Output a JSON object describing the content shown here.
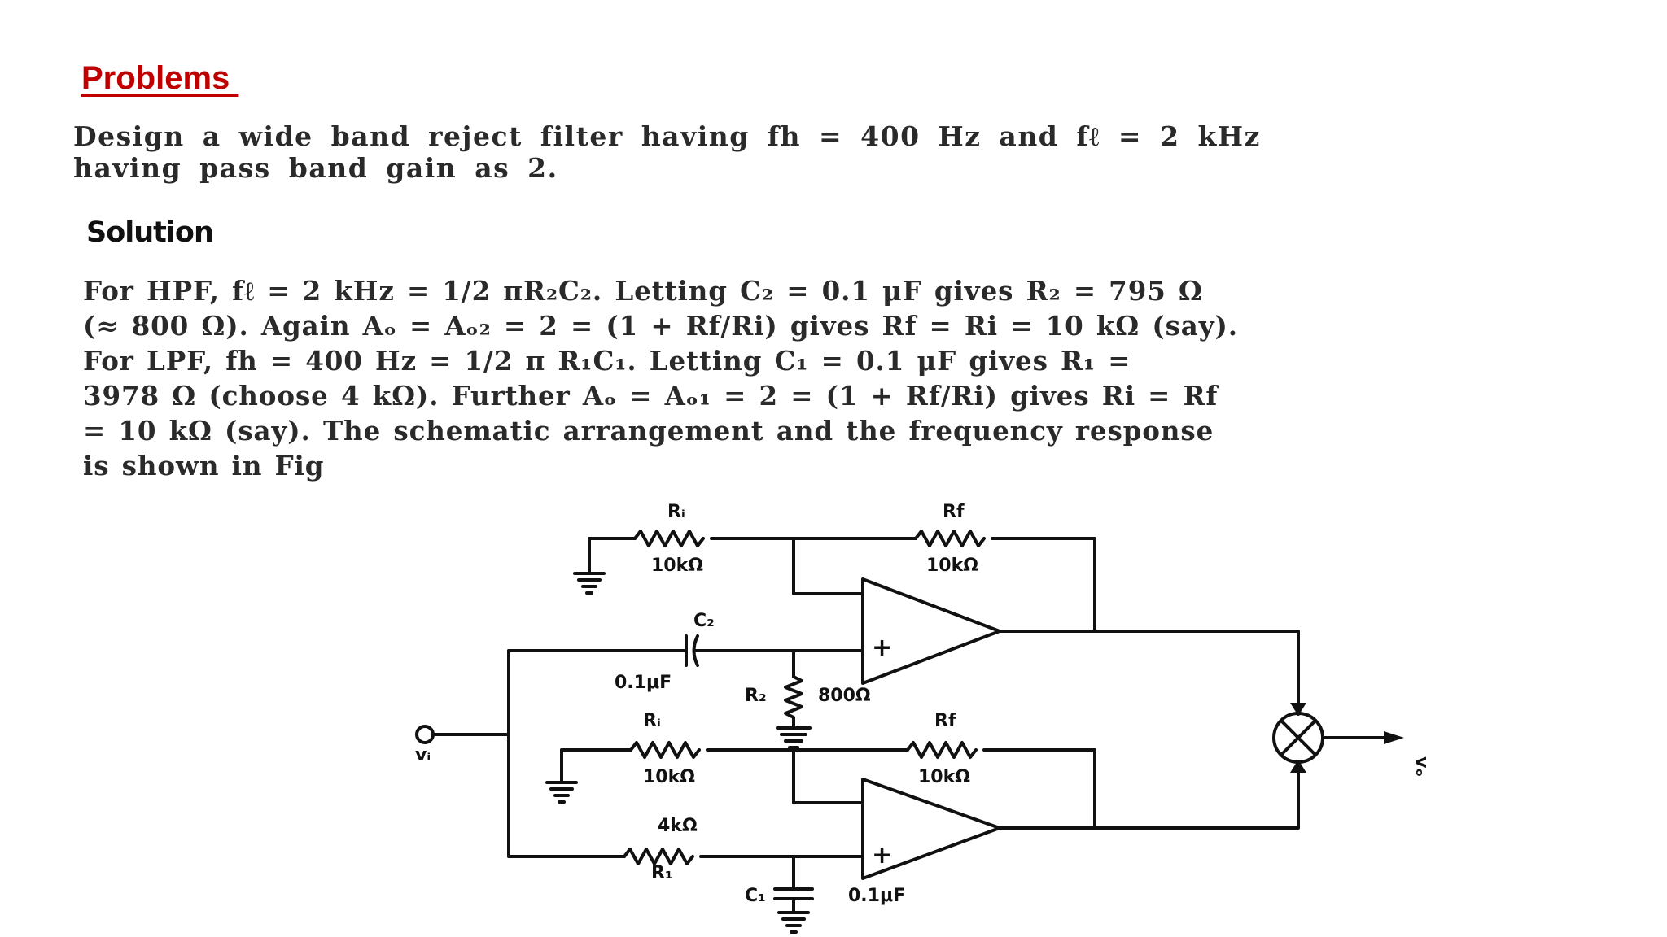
{
  "heading": "Problems ",
  "problem": {
    "line1": "Design a wide band reject filter having fh = 400 Hz and fℓ = 2 kHz",
    "line2": "having pass band gain as 2."
  },
  "solution": {
    "heading": "Solution",
    "lines": [
      "For HPF, fℓ = 2 kHz = 1/2 πR₂C₂. Letting C₂ = 0.1 μF gives R₂ = 795 Ω",
      "(≈ 800 Ω). Again Aₒ = Aₒ₂ = 2 = (1 + Rf/Ri) gives Rf = Ri = 10 kΩ (say).",
      "For LPF, fh = 400 Hz = 1/2 π R₁C₁. Letting C₁ = 0.1 μF gives R₁ =",
      "3978 Ω (choose 4 kΩ). Further Aₒ = Aₒ₁ = 2 = (1 + Rf/Ri) gives Ri = Rf",
      "= 10 kΩ (say). The schematic arrangement and the frequency response",
      "is shown in Fig"
    ]
  },
  "circuit": {
    "labels": {
      "ri_top": "Rᵢ",
      "ri_top_val": "10kΩ",
      "rf_top": "Rf",
      "rf_top_val": "10kΩ",
      "c2": "C₂",
      "c2_val": "0.1μF",
      "r2": "R₂",
      "r2_val": "800Ω",
      "ri_bot": "Rᵢ",
      "ri_bot_val": "10kΩ",
      "rf_bot": "Rf",
      "rf_bot_val": "10kΩ",
      "r1_val": "4kΩ",
      "r1": "R₁",
      "c1": "C₁",
      "c1_val": "0.1μF",
      "plus_top": "+",
      "plus_bot": "+",
      "vin": "vᵢ",
      "vout": "vₒ"
    }
  }
}
